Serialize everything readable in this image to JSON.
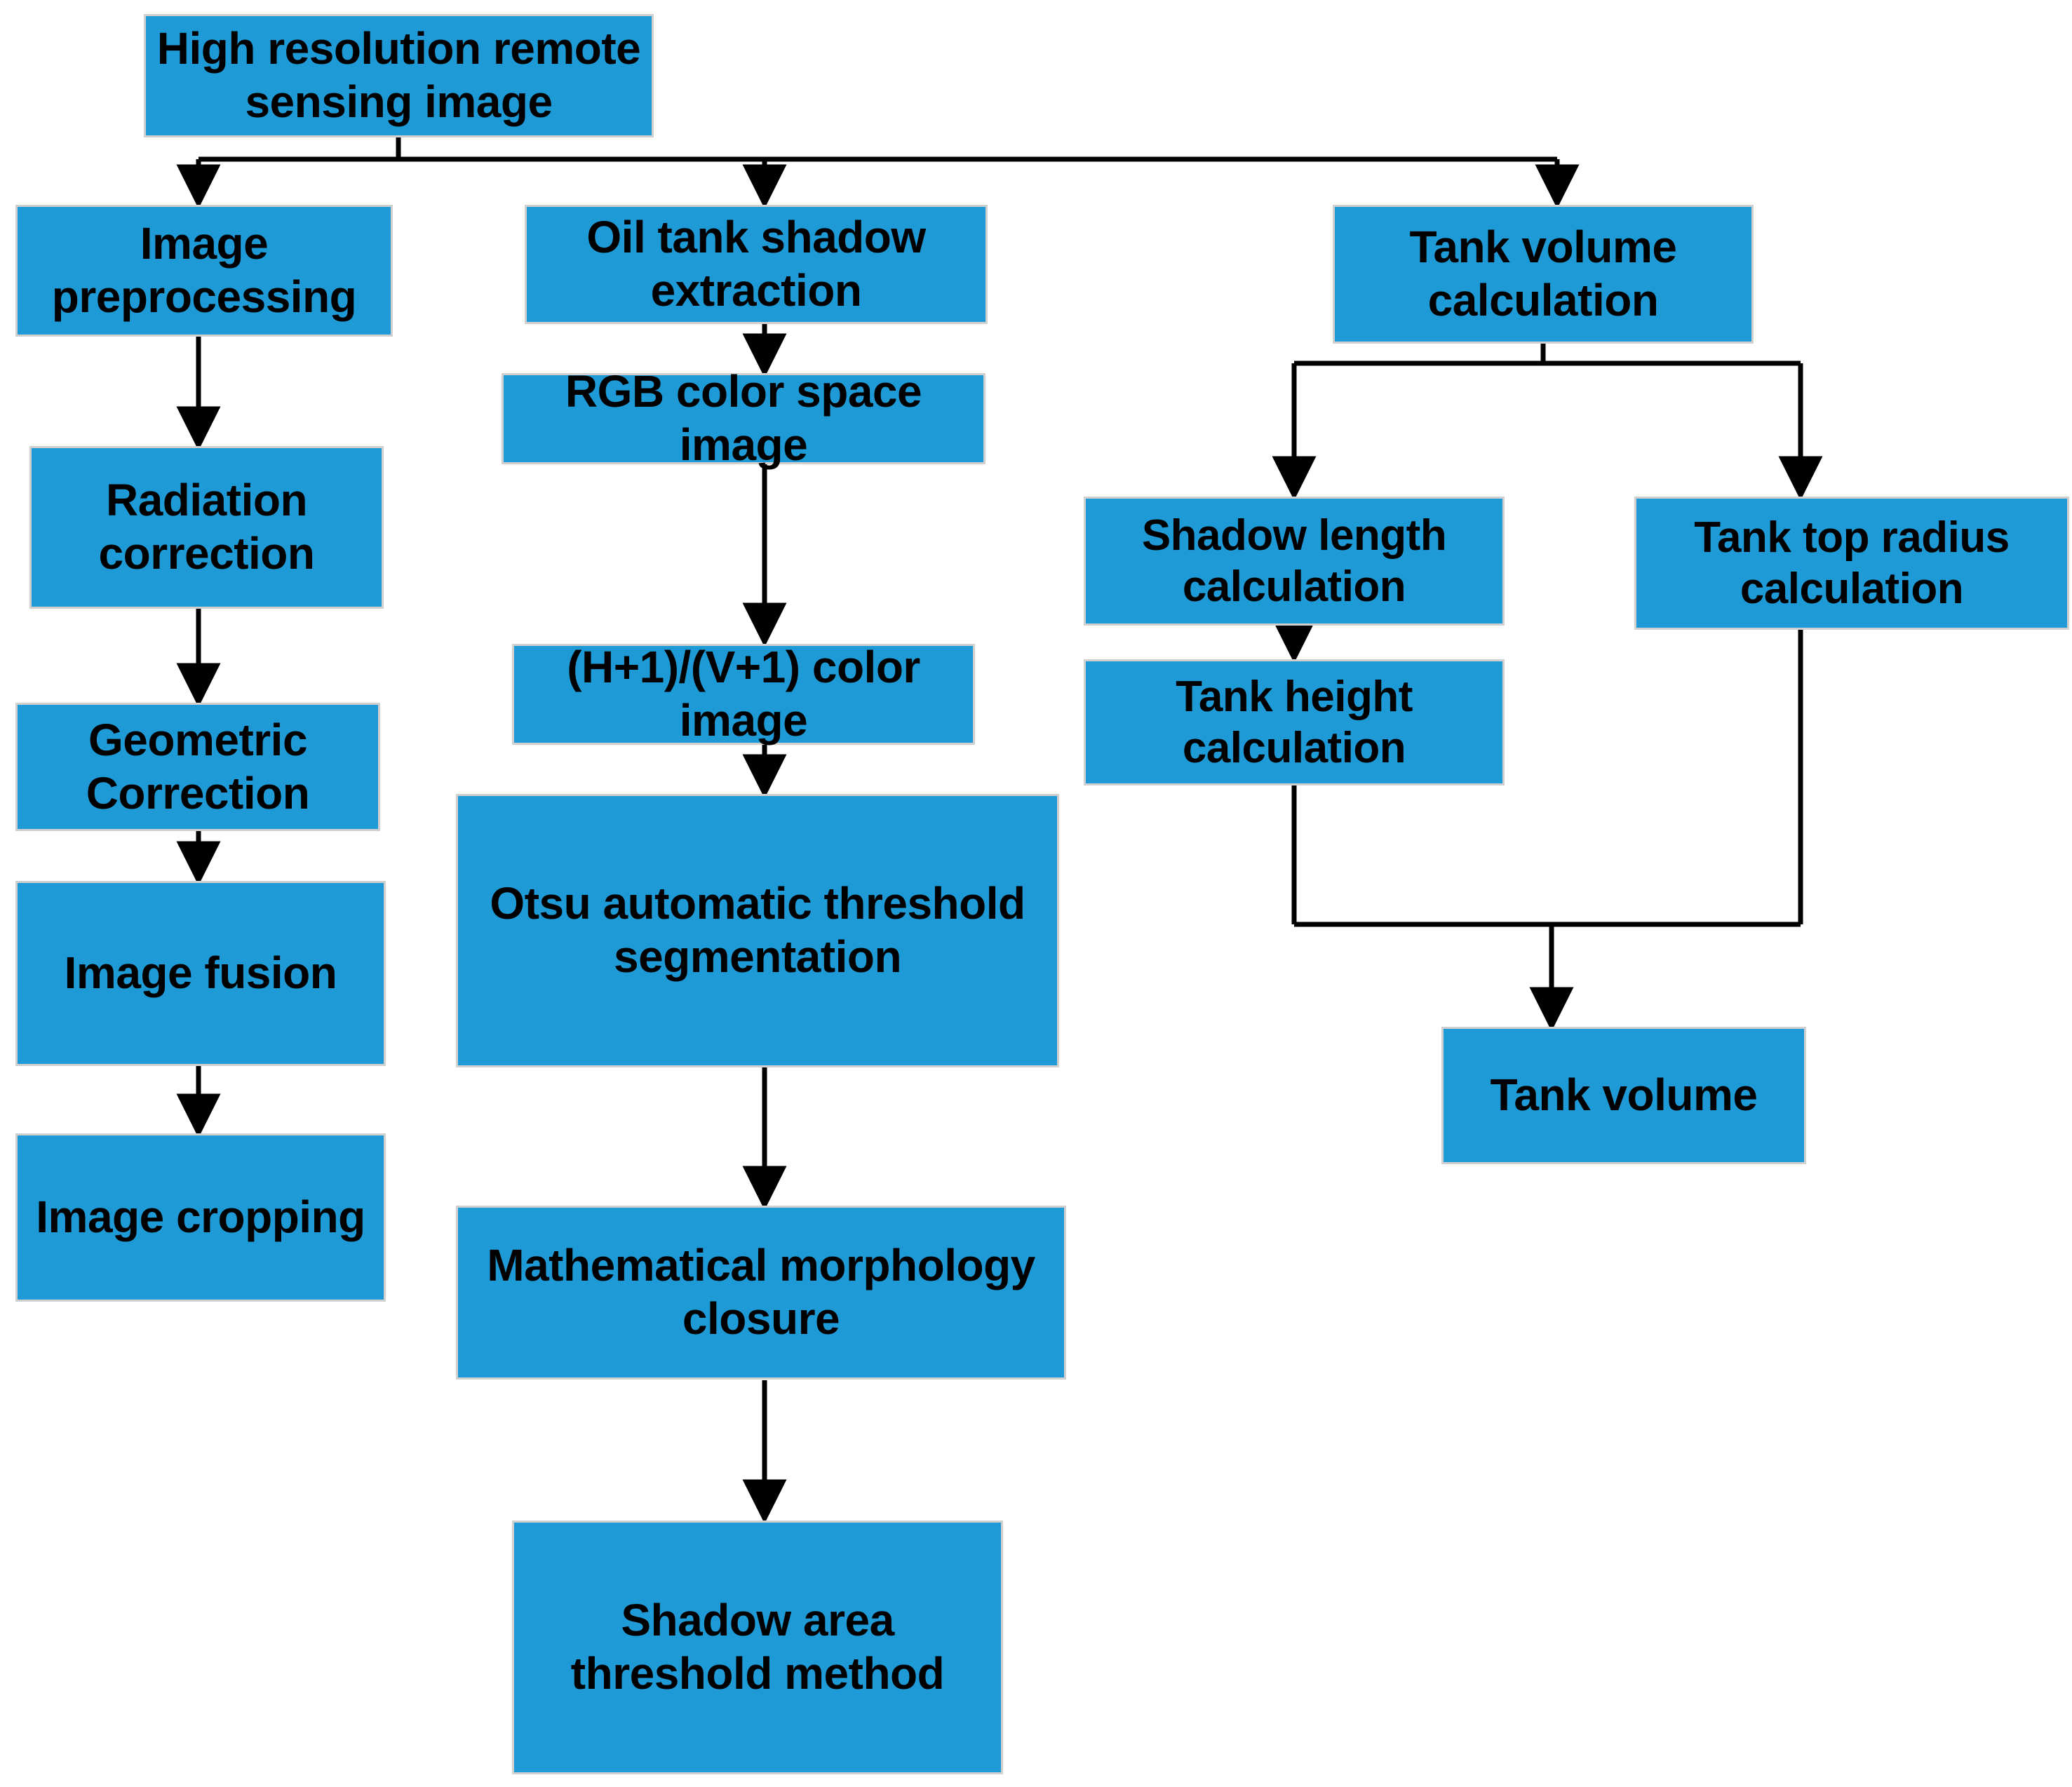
{
  "diagram": {
    "title_node": "High resolution remote sensing image",
    "accent_color": "#1E9AD7",
    "border_color": "#D0D0D0",
    "edge_color": "#000000",
    "background": "#FFFFFF",
    "nodes": [
      {
        "id": "root",
        "label": "High resolution remote sensing image"
      },
      {
        "id": "prep",
        "label": "Image preprocessing"
      },
      {
        "id": "radiation",
        "label": "Radiation correction"
      },
      {
        "id": "geometric",
        "label": "Geometric Correction"
      },
      {
        "id": "fusion",
        "label": "Image fusion"
      },
      {
        "id": "cropping",
        "label": "Image cropping"
      },
      {
        "id": "shadowext",
        "label": "Oil tank shadow extraction"
      },
      {
        "id": "rgb",
        "label": "RGB color space image"
      },
      {
        "id": "hv",
        "label": "(H+1)/(V+1) color image"
      },
      {
        "id": "otsu",
        "label": "Otsu automatic threshold segmentation"
      },
      {
        "id": "morph",
        "label": "Mathematical morphology closure"
      },
      {
        "id": "areathr",
        "label": "Shadow area threshold method"
      },
      {
        "id": "volcalc",
        "label": "Tank volume calculation"
      },
      {
        "id": "shadowlen",
        "label": "Shadow length calculation"
      },
      {
        "id": "tankheight",
        "label": "Tank height calculation"
      },
      {
        "id": "topradius",
        "label": "Tank top radius calculation"
      },
      {
        "id": "tankvolume",
        "label": "Tank volume"
      }
    ],
    "edges": [
      {
        "from": "root",
        "to": "prep",
        "type": "branch"
      },
      {
        "from": "root",
        "to": "shadowext",
        "type": "branch"
      },
      {
        "from": "root",
        "to": "volcalc",
        "type": "branch"
      },
      {
        "from": "prep",
        "to": "radiation",
        "type": "straight"
      },
      {
        "from": "radiation",
        "to": "geometric",
        "type": "straight"
      },
      {
        "from": "geometric",
        "to": "fusion",
        "type": "straight"
      },
      {
        "from": "fusion",
        "to": "cropping",
        "type": "straight"
      },
      {
        "from": "shadowext",
        "to": "rgb",
        "type": "straight"
      },
      {
        "from": "rgb",
        "to": "hv",
        "type": "straight"
      },
      {
        "from": "hv",
        "to": "otsu",
        "type": "straight"
      },
      {
        "from": "otsu",
        "to": "morph",
        "type": "straight"
      },
      {
        "from": "morph",
        "to": "areathr",
        "type": "straight"
      },
      {
        "from": "volcalc",
        "to": "shadowlen",
        "type": "branch"
      },
      {
        "from": "volcalc",
        "to": "topradius",
        "type": "branch"
      },
      {
        "from": "shadowlen",
        "to": "tankheight",
        "type": "straight"
      },
      {
        "from": "tankheight",
        "to": "tankvolume",
        "type": "merge"
      },
      {
        "from": "topradius",
        "to": "tankvolume",
        "type": "merge"
      }
    ]
  }
}
